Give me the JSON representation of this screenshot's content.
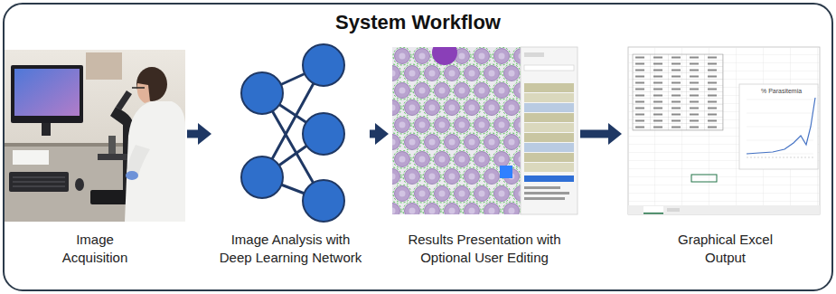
{
  "diagram": {
    "nodes": [
      {
        "text": [
          "System Workflow"
        ]
      },
      {
        "text": [
          "Image Acquisition"
        ],
        "in": 0
      },
      {
        "text": [
          "Image Analysis with Deep Learning Network"
        ],
        "in": 0
      },
      {
        "text": [
          "Results Presentation with Optional User Editing"
        ],
        "in": 0
      },
      {
        "text": [
          "Graphical Excel Output"
        ],
        "in": 0
      }
    ],
    "edges": [
      {
        "from": 1,
        "to": 2,
        "arrow": "to"
      },
      {
        "from": 2,
        "to": 3,
        "arrow": "to"
      },
      {
        "from": 3,
        "to": 4,
        "arrow": "to"
      }
    ],
    "labels": [
      "% Parasitemia"
    ]
  }
}
